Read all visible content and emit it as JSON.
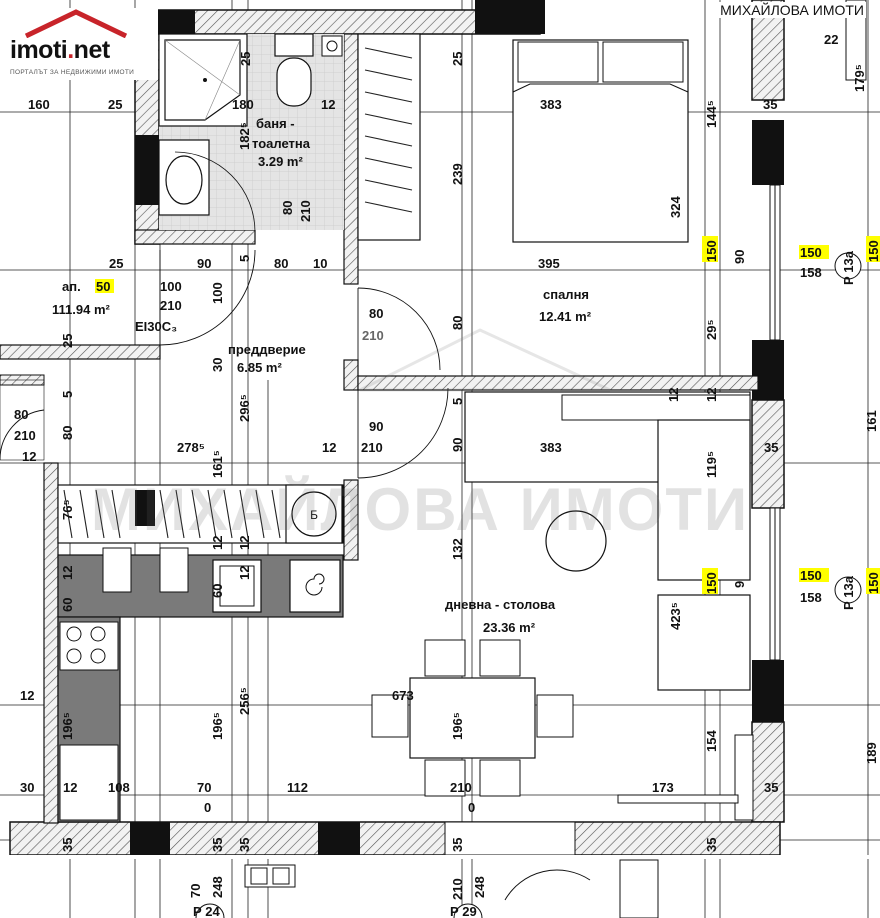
{
  "logo": {
    "brand_main": "imoti",
    "brand_dot": ".",
    "brand_tld": "net",
    "tagline": "ПОРТАЛЪТ ЗА НЕДВИЖИМИ ИМОТИ"
  },
  "watermark": {
    "agency": "МИХАЙЛОВА ИМОТИ",
    "center_text": "МИХАЙЛОВА ИМОТИ"
  },
  "apartment": {
    "number_prefix": "ап.",
    "number": "50",
    "area": "111.94 m²",
    "door_class": "EI30C₃"
  },
  "rooms": {
    "bathroom": {
      "name_line1": "баня -",
      "name_line2": "тоалетна",
      "area": "3.29 m²"
    },
    "hall": {
      "name": "преддверие",
      "area": "6.85 m²"
    },
    "bedroom": {
      "name": "спалня",
      "area": "12.41 m²"
    },
    "living": {
      "name": "дневна - столова",
      "area": "23.36 m²"
    }
  },
  "window_marks": [
    "Р 13а",
    "Р 13а"
  ],
  "section_marks": [
    "Р 24",
    "Р 29"
  ],
  "dimensions": {
    "d160": "160",
    "d25a": "25",
    "d180": "180",
    "d12a": "12",
    "d383a": "383",
    "d1445": "144⁵",
    "d35a": "35",
    "d1825": "182⁵",
    "d25b": "25",
    "d25c": "25",
    "d239": "239",
    "d324": "324",
    "d80a": "80",
    "d210a": "210",
    "d22": "22",
    "d1795": "179⁵",
    "d25d": "25",
    "d90a": "90",
    "d5a": "5",
    "d12b": "12",
    "d80b": "80",
    "d10": "10",
    "d395": "395",
    "d150a": "150",
    "d90b": "90",
    "d150b": "150",
    "d158a": "158",
    "d150c": "150",
    "d100a": "100",
    "d210b": "210",
    "d100b": "100",
    "d25e": "25",
    "d80c": "80",
    "d210c": "210",
    "d80d": "80",
    "d295": "29⁵",
    "d30a": "30",
    "d5b": "5",
    "d2965": "296⁵",
    "d80e": "80",
    "d210d": "210",
    "d80f": "80",
    "d5c": "5",
    "d12c": "12",
    "d12d": "12",
    "d12e": "12",
    "d161a": "161",
    "d2785": "278⁵",
    "d1615": "161⁵",
    "d12f": "12",
    "d90c": "90",
    "d210e": "210",
    "d90d": "90",
    "d383b": "383",
    "d1195": "119⁵",
    "d35b": "35",
    "d12g": "12",
    "d765": "76⁵",
    "d12h": "12",
    "d132": "132",
    "d12i": "12",
    "d60a": "60",
    "d60b": "60",
    "d12j": "12",
    "d150d": "150",
    "d9": "9",
    "d150e": "150",
    "d158b": "158",
    "d150f": "150",
    "d4235": "423⁵",
    "d12k": "12",
    "d673": "673",
    "d2565": "256⁵",
    "d1965a": "196⁵",
    "d1965b": "196⁵",
    "d1965c": "196⁵",
    "d154": "154",
    "d189": "189",
    "d30b": "30",
    "d12l": "12",
    "d108": "108",
    "d70a": "70",
    "d112": "112",
    "d210f": "210",
    "d173": "173",
    "d35c": "35",
    "d0a": "0",
    "d0b": "0",
    "d35d": "35",
    "d35e": "35",
    "d35f": "35",
    "d35g": "35",
    "d35h": "35",
    "d70b": "70",
    "d248a": "248",
    "d210g": "210",
    "d248b": "248"
  },
  "colors": {
    "wall": "#1a1a1a",
    "wall_hatch": "#9a9a9a",
    "tile": "#dcdcdc",
    "highlight": "#ffff00",
    "appliance": "#555555",
    "line": "#111111"
  }
}
